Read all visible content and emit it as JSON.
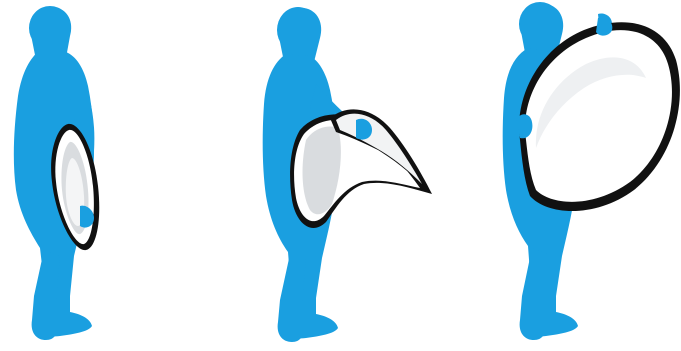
{
  "colors": {
    "background": "#ffffff",
    "silhouette": "#1a9fe0",
    "silhouette_shade": "#1591d0",
    "reflector_rim": "#111111",
    "reflector_fill": "#ffffff",
    "reflector_shadow": "#d9dcdf"
  },
  "illustration": {
    "panels": [
      {
        "step": 1,
        "figure": "person-silhouette-icon",
        "object": "folded-reflector-icon"
      },
      {
        "step": 2,
        "figure": "person-silhouette-icon",
        "object": "unfolding-reflector-icon"
      },
      {
        "step": 3,
        "figure": "person-silhouette-icon",
        "object": "open-reflector-icon"
      }
    ]
  }
}
